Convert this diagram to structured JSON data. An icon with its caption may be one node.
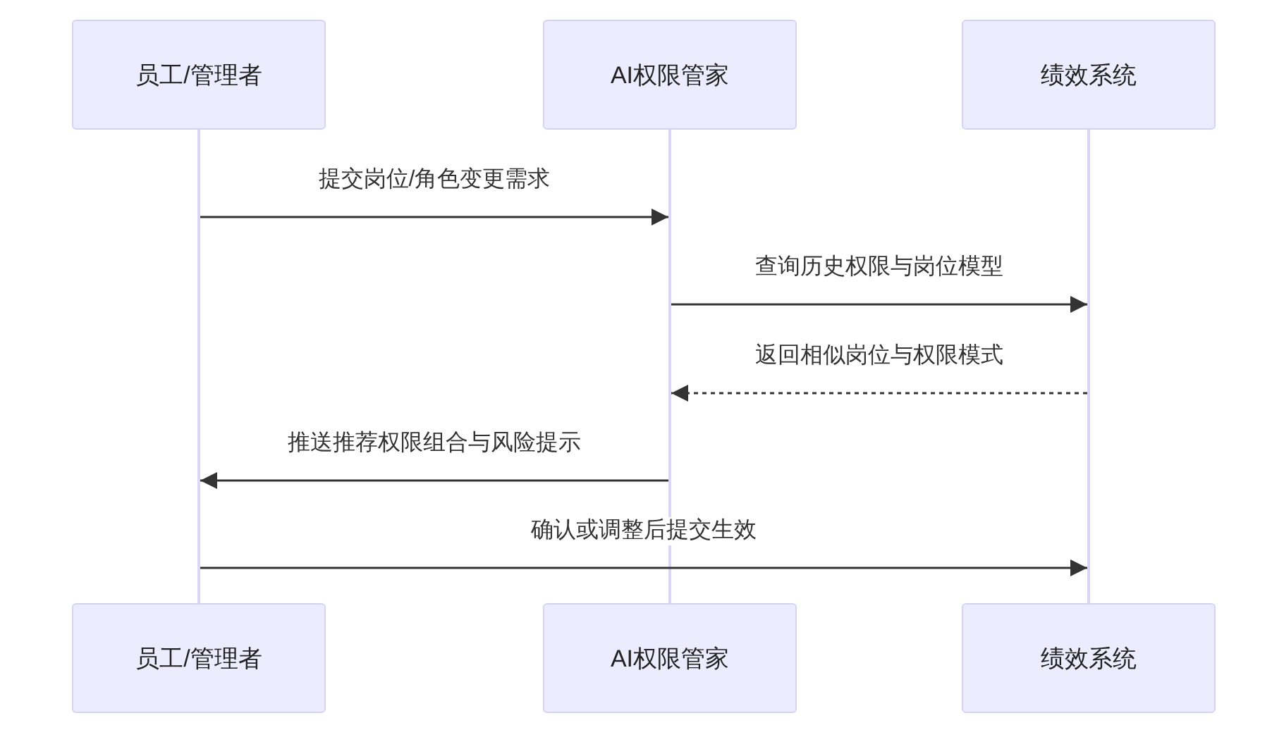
{
  "diagram": {
    "nodes": [
      {
        "text": [
          "员工/管理者"
        ]
      },
      {
        "text": [
          "AI权限管家"
        ]
      },
      {
        "text": [
          "绩效系统"
        ]
      },
      {
        "text": [
          "员工/管理者"
        ]
      },
      {
        "text": [
          "AI权限管家"
        ]
      },
      {
        "text": [
          "绩效系统"
        ]
      },
      {
        "text": [],
        "shape": "bar"
      },
      {
        "text": [],
        "shape": "bar"
      },
      {
        "text": [],
        "shape": "bar"
      }
    ],
    "edges": [
      {
        "from": 6,
        "to": 7,
        "arrow": "to",
        "label": "提交岗位/角色变更需求"
      },
      {
        "from": 7,
        "to": 8,
        "arrow": "to",
        "label": "查询历史权限与岗位模型"
      },
      {
        "from": 8,
        "to": 7,
        "arrow": "to",
        "label": "返回相似岗位与权限模式",
        "style": "dashed"
      },
      {
        "from": 7,
        "to": 6,
        "arrow": "to",
        "label": "推送推荐权限组合与风险提示"
      },
      {
        "from": 6,
        "to": 8,
        "arrow": "to",
        "label": "确认或调整后提交生效"
      }
    ]
  }
}
